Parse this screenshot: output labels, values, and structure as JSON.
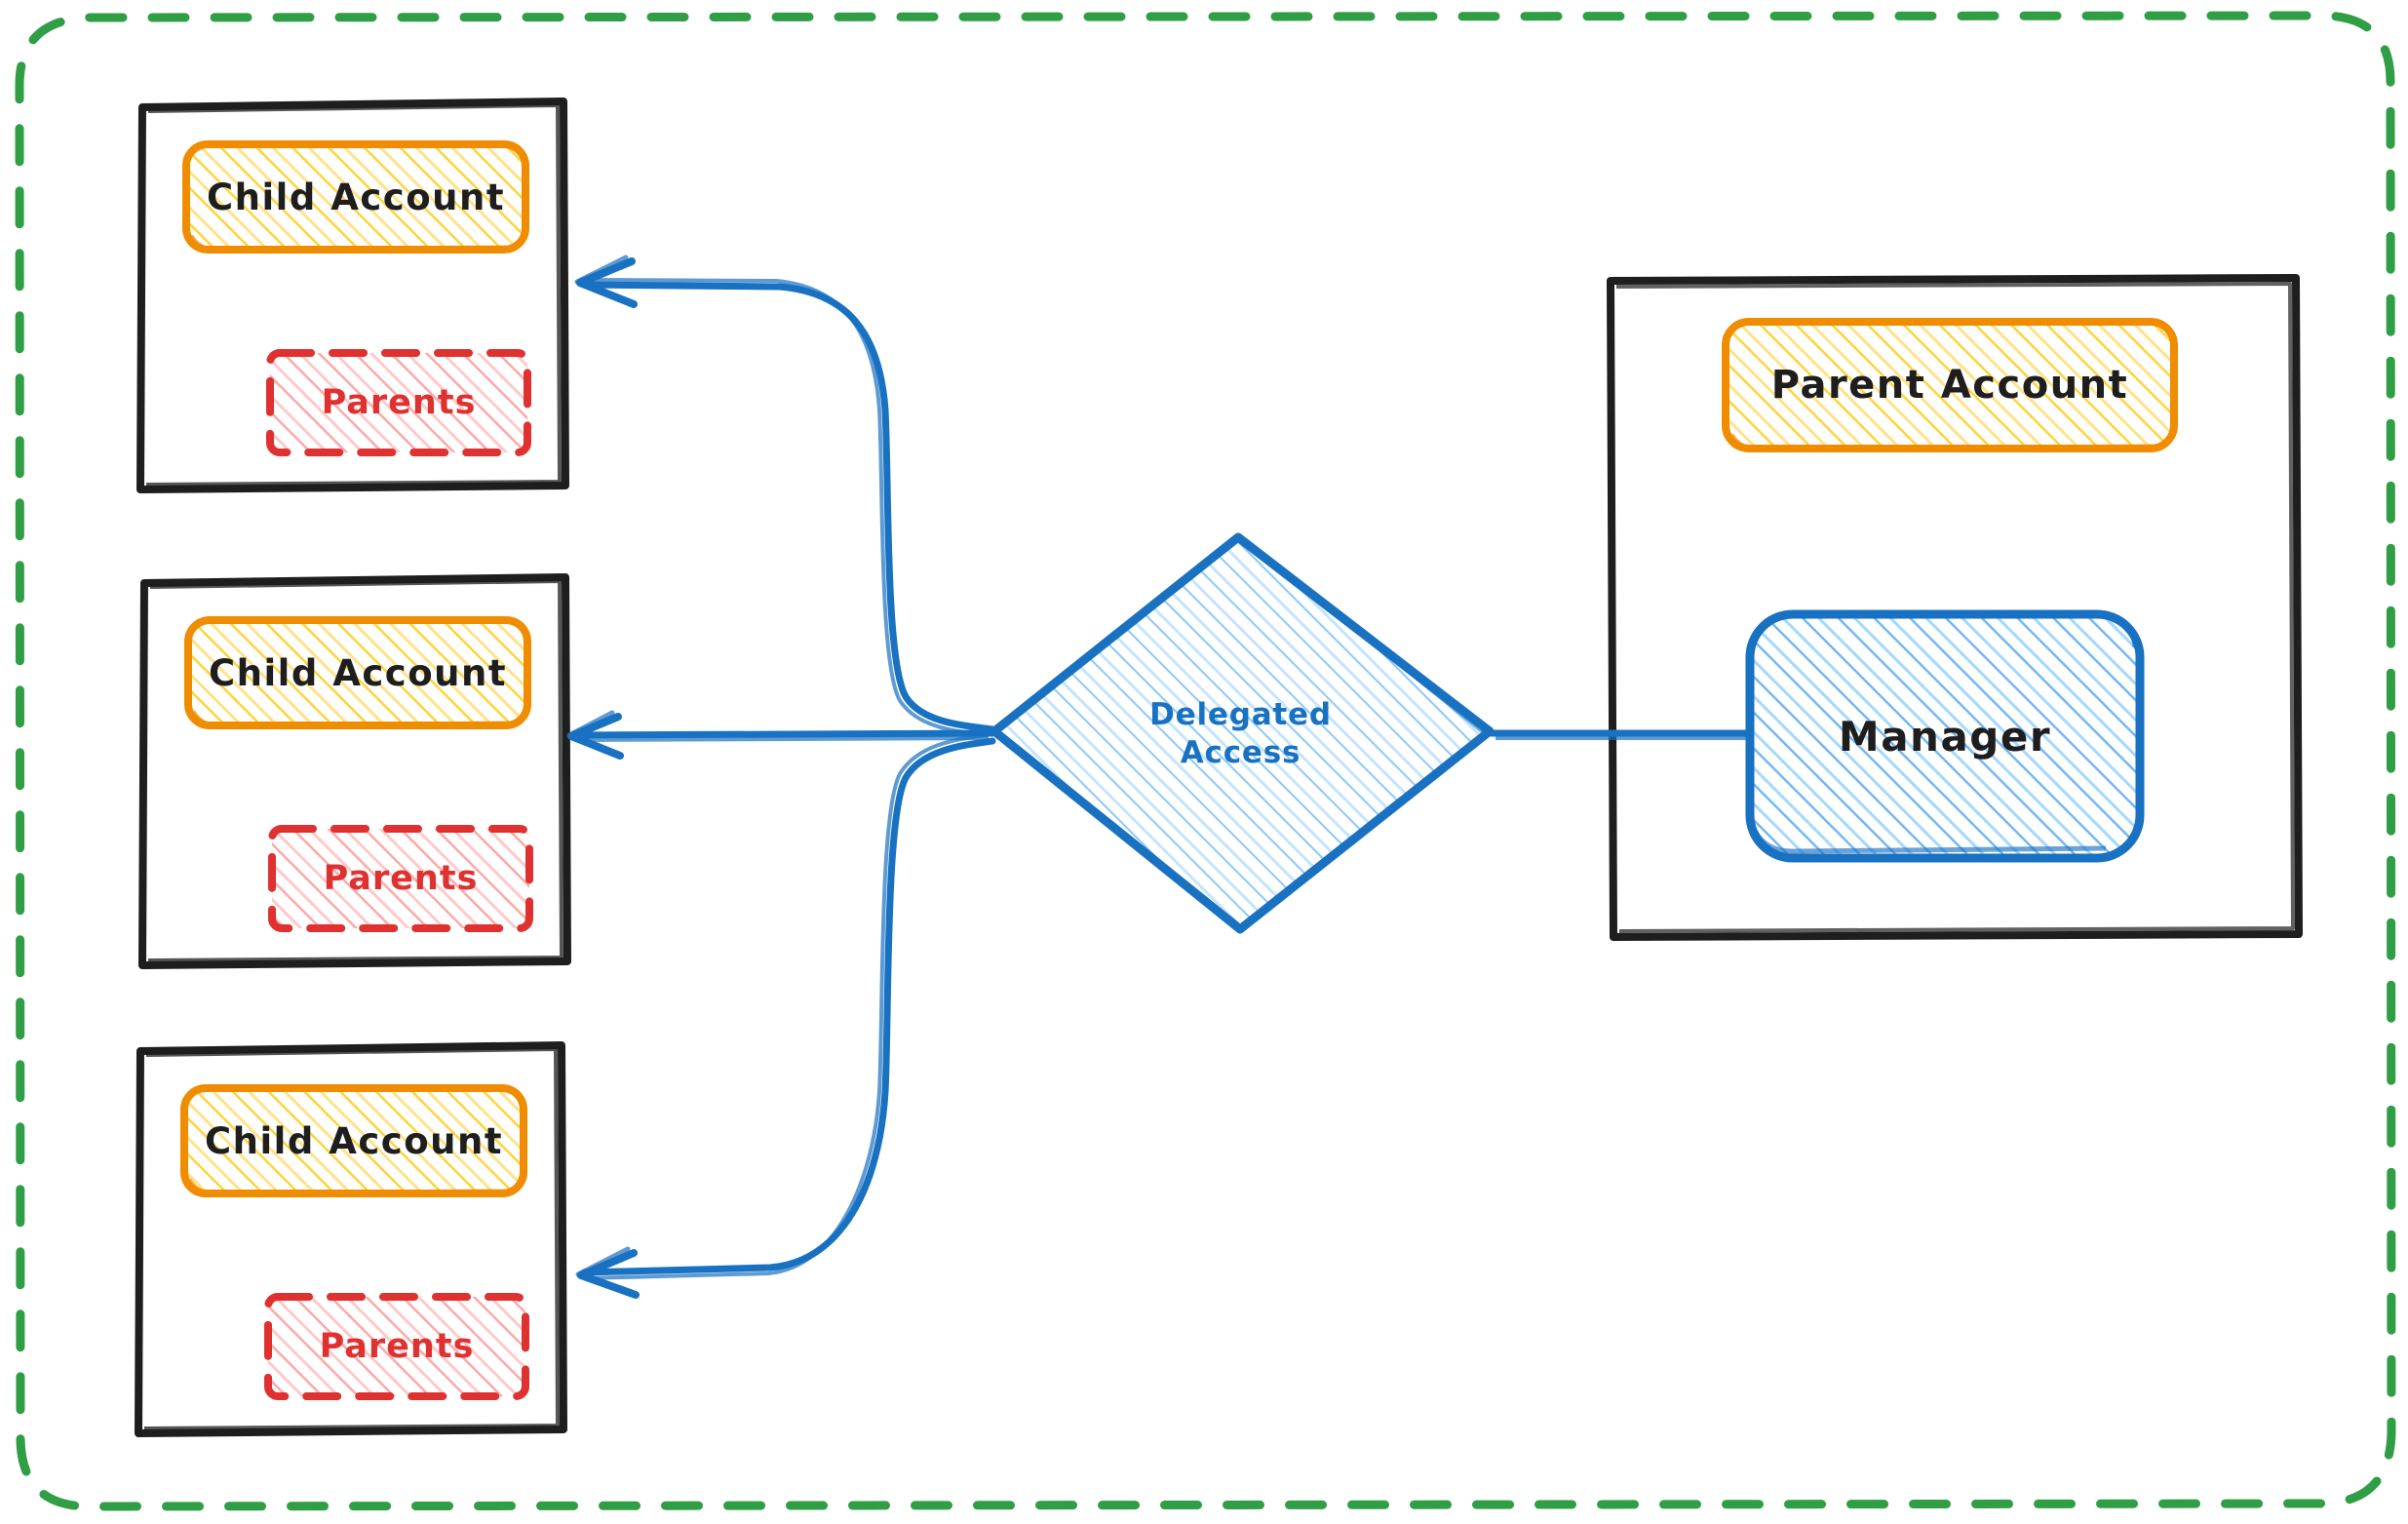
{
  "diagram": {
    "title": "Delegated Access",
    "style": "hand-drawn sketch",
    "background": "#ffffff",
    "colors": {
      "outer_boundary": "#2f9e44",
      "container_stroke": "#1e1e1e",
      "account_stroke": "#f08c00",
      "account_fill": "#ffd43b",
      "parents_stroke": "#e03131",
      "parents_fill": "#ffc9c9",
      "manager_stroke": "#1971c2",
      "manager_fill": "#a5d8ff",
      "arrow": "#1971c2",
      "text_dark": "#1e1e1e"
    },
    "outer_boundary": {
      "name": "organization-boundary",
      "stroke_style": "dashed",
      "color": "#2f9e44"
    },
    "children": [
      {
        "container_label": "child-container-1",
        "account_label": "Child Account",
        "parents_label": "Parents"
      },
      {
        "container_label": "child-container-2",
        "account_label": "Child Account",
        "parents_label": "Parents"
      },
      {
        "container_label": "child-container-3",
        "account_label": "Child Account",
        "parents_label": "Parents"
      }
    ],
    "hub": {
      "shape": "diamond",
      "line1": "Delegated",
      "line2": "Access",
      "color": "#1971c2"
    },
    "parent_side": {
      "container_label": "parent-container",
      "account_label": "Parent Account",
      "manager_label": "Manager"
    },
    "connections": [
      {
        "from": "Manager",
        "to": "Delegated Access",
        "arrow": false
      },
      {
        "from": "Delegated Access",
        "to": "Child Account 1",
        "arrow": true
      },
      {
        "from": "Delegated Access",
        "to": "Child Account 2",
        "arrow": true
      },
      {
        "from": "Delegated Access",
        "to": "Child Account 3",
        "arrow": true
      }
    ]
  }
}
